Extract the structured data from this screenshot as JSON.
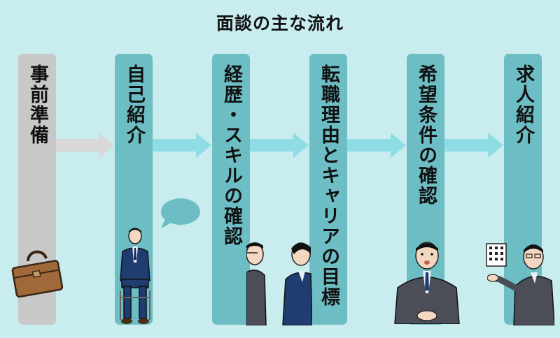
{
  "title": "面談の主な流れ",
  "steps": [
    {
      "label": "事前準備"
    },
    {
      "label": "自己紹介"
    },
    {
      "label": "経歴・スキルの確認"
    },
    {
      "label": "転職理由とキャリアの目標"
    },
    {
      "label": "希望条件の確認"
    },
    {
      "label": "求人紹介"
    }
  ],
  "colors": {
    "background": "#c9ecef",
    "step_first": "#c8c8c8",
    "step": "#6dbec4",
    "arrow_first": "#d8d8d8",
    "arrow": "#8fdde4"
  },
  "icons": [
    "briefcase-icon",
    "seated-man-icon",
    "speech-bubble-icon",
    "interviewer-icon",
    "applicant-icon",
    "smiling-man-icon",
    "building-icon",
    "presenter-icon"
  ]
}
